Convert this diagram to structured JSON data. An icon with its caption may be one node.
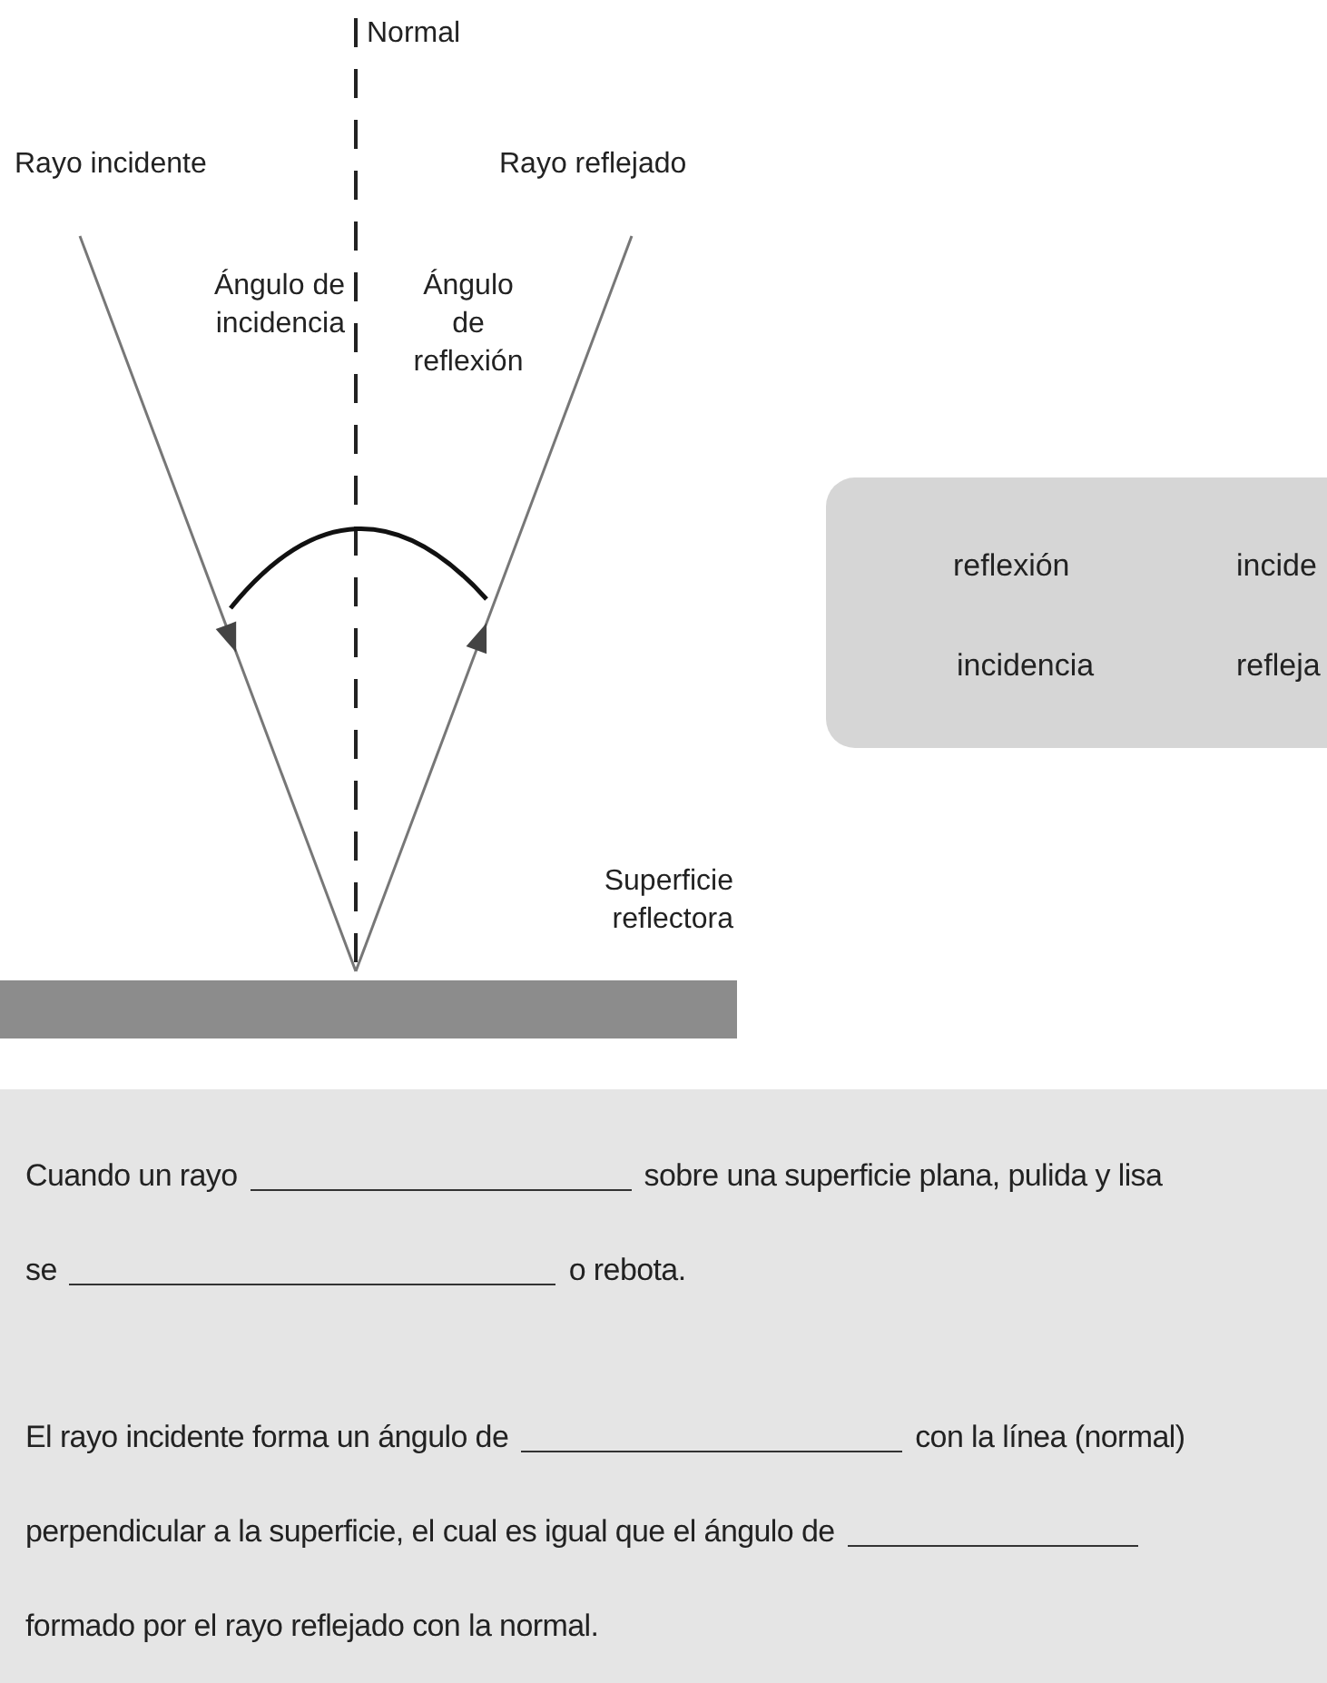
{
  "diagram": {
    "nodes": [
      {
        "text": [
          "reflexión",
          "incide",
          "incidencia",
          "refleja"
        ]
      },
      {
        "text": [
          "Cuando un rayo",
          "sobre una superficie plana, pulida y lisa",
          "se",
          "o rebota.",
          "El rayo incidente forma un ángulo de",
          "con la línea (normal)",
          "perpendicular a la superficie, el cual es igual que el ángulo de",
          "formado por el rayo reflejado con la normal."
        ]
      }
    ],
    "labels": [
      "Normal",
      "Rayo incidente",
      "Rayo reflejado",
      "Ángulo de incidencia",
      "Ángulo de reflexión",
      "Superficie reflectora"
    ]
  }
}
